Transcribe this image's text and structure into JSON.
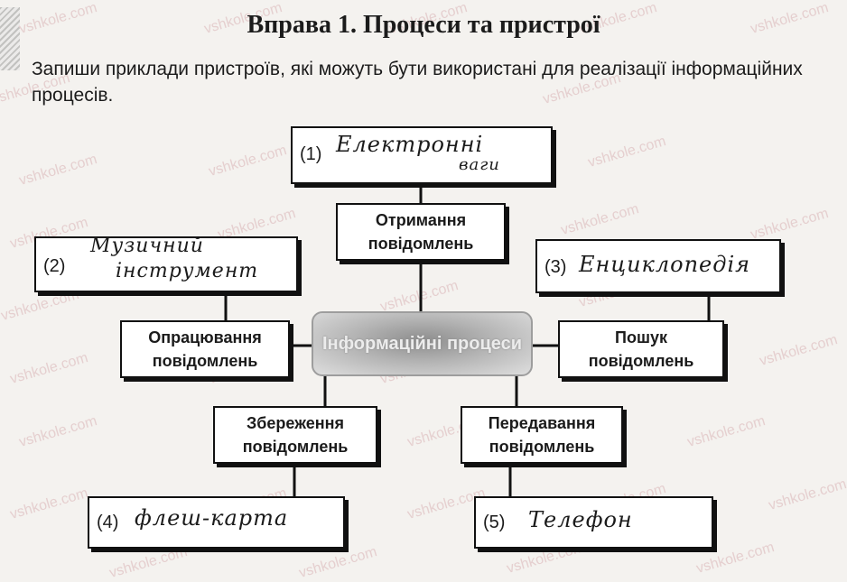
{
  "title": "Вправа 1. Процеси та пристрої",
  "instruction": "Запиши приклади пристроїв, які можуть бути використані для реалізації інформаційних процесів.",
  "center_label": "Інформаційні процеси",
  "processes": {
    "receive": "Отримання повідомлень",
    "process": "Опрацювання повідомлень",
    "search": "Пошук повідомлень",
    "store": "Збереження повідомлень",
    "transfer": "Передавання повідомлень"
  },
  "answers": {
    "a1": {
      "num": "(1)",
      "line1": "Електронні",
      "line2": "ваги"
    },
    "a2": {
      "num": "(2)",
      "line1": "Музичний",
      "line2": "інструмент"
    },
    "a3": {
      "num": "(3)",
      "line1": "Енциклопедія"
    },
    "a4": {
      "num": "(4)",
      "line1": "флеш-карта"
    },
    "a5": {
      "num": "(5)",
      "line1": "Телефон"
    }
  },
  "watermark": "vshkole.com"
}
